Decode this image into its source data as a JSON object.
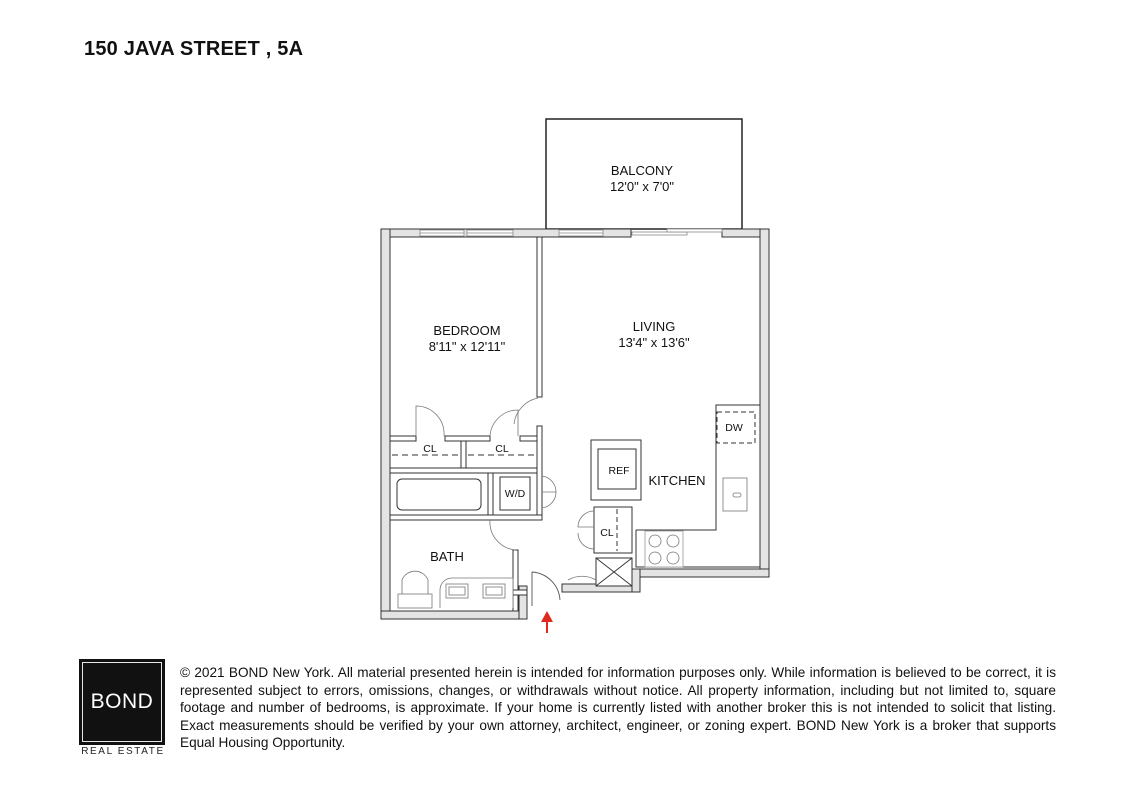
{
  "header": {
    "title": "150 JAVA STREET , 5A"
  },
  "floorplan": {
    "rooms": {
      "balcony": {
        "name": "BALCONY",
        "dimensions": "12'0\" x 7'0\""
      },
      "bedroom": {
        "name": "BEDROOM",
        "dimensions": "8'11\" x 12'11\""
      },
      "living": {
        "name": "LIVING",
        "dimensions": "13'4\" x 13'6\""
      },
      "kitchen": {
        "name": "KITCHEN"
      },
      "bath": {
        "name": "BATH"
      }
    },
    "fixtures": {
      "closet_bedroom": "CL",
      "closet_hall": "CL",
      "closet_entry": "CL",
      "washer_dryer": "W/D",
      "refrigerator": "REF",
      "dishwasher": "DW"
    },
    "entry_arrow_color": "#e02a1f",
    "wall_fill_color": "#e4e4e4",
    "line_color": "#333333"
  },
  "footer": {
    "logo": {
      "name": "BOND",
      "subtitle": "REAL ESTATE"
    },
    "disclaimer": "© 2021 BOND New York. All material presented herein is intended for information purposes only. While information is believed to be correct, it is represented subject to errors, omissions, changes, or withdrawals without notice. All property information, including but not limited to, square footage and number of bedrooms, is approximate. If your home is currently listed with another broker this is not intended to solicit that listing. Exact measurements should be verified by your own attorney, architect, engineer, or zoning expert. BOND New York is a broker that supports Equal Housing Opportunity."
  }
}
